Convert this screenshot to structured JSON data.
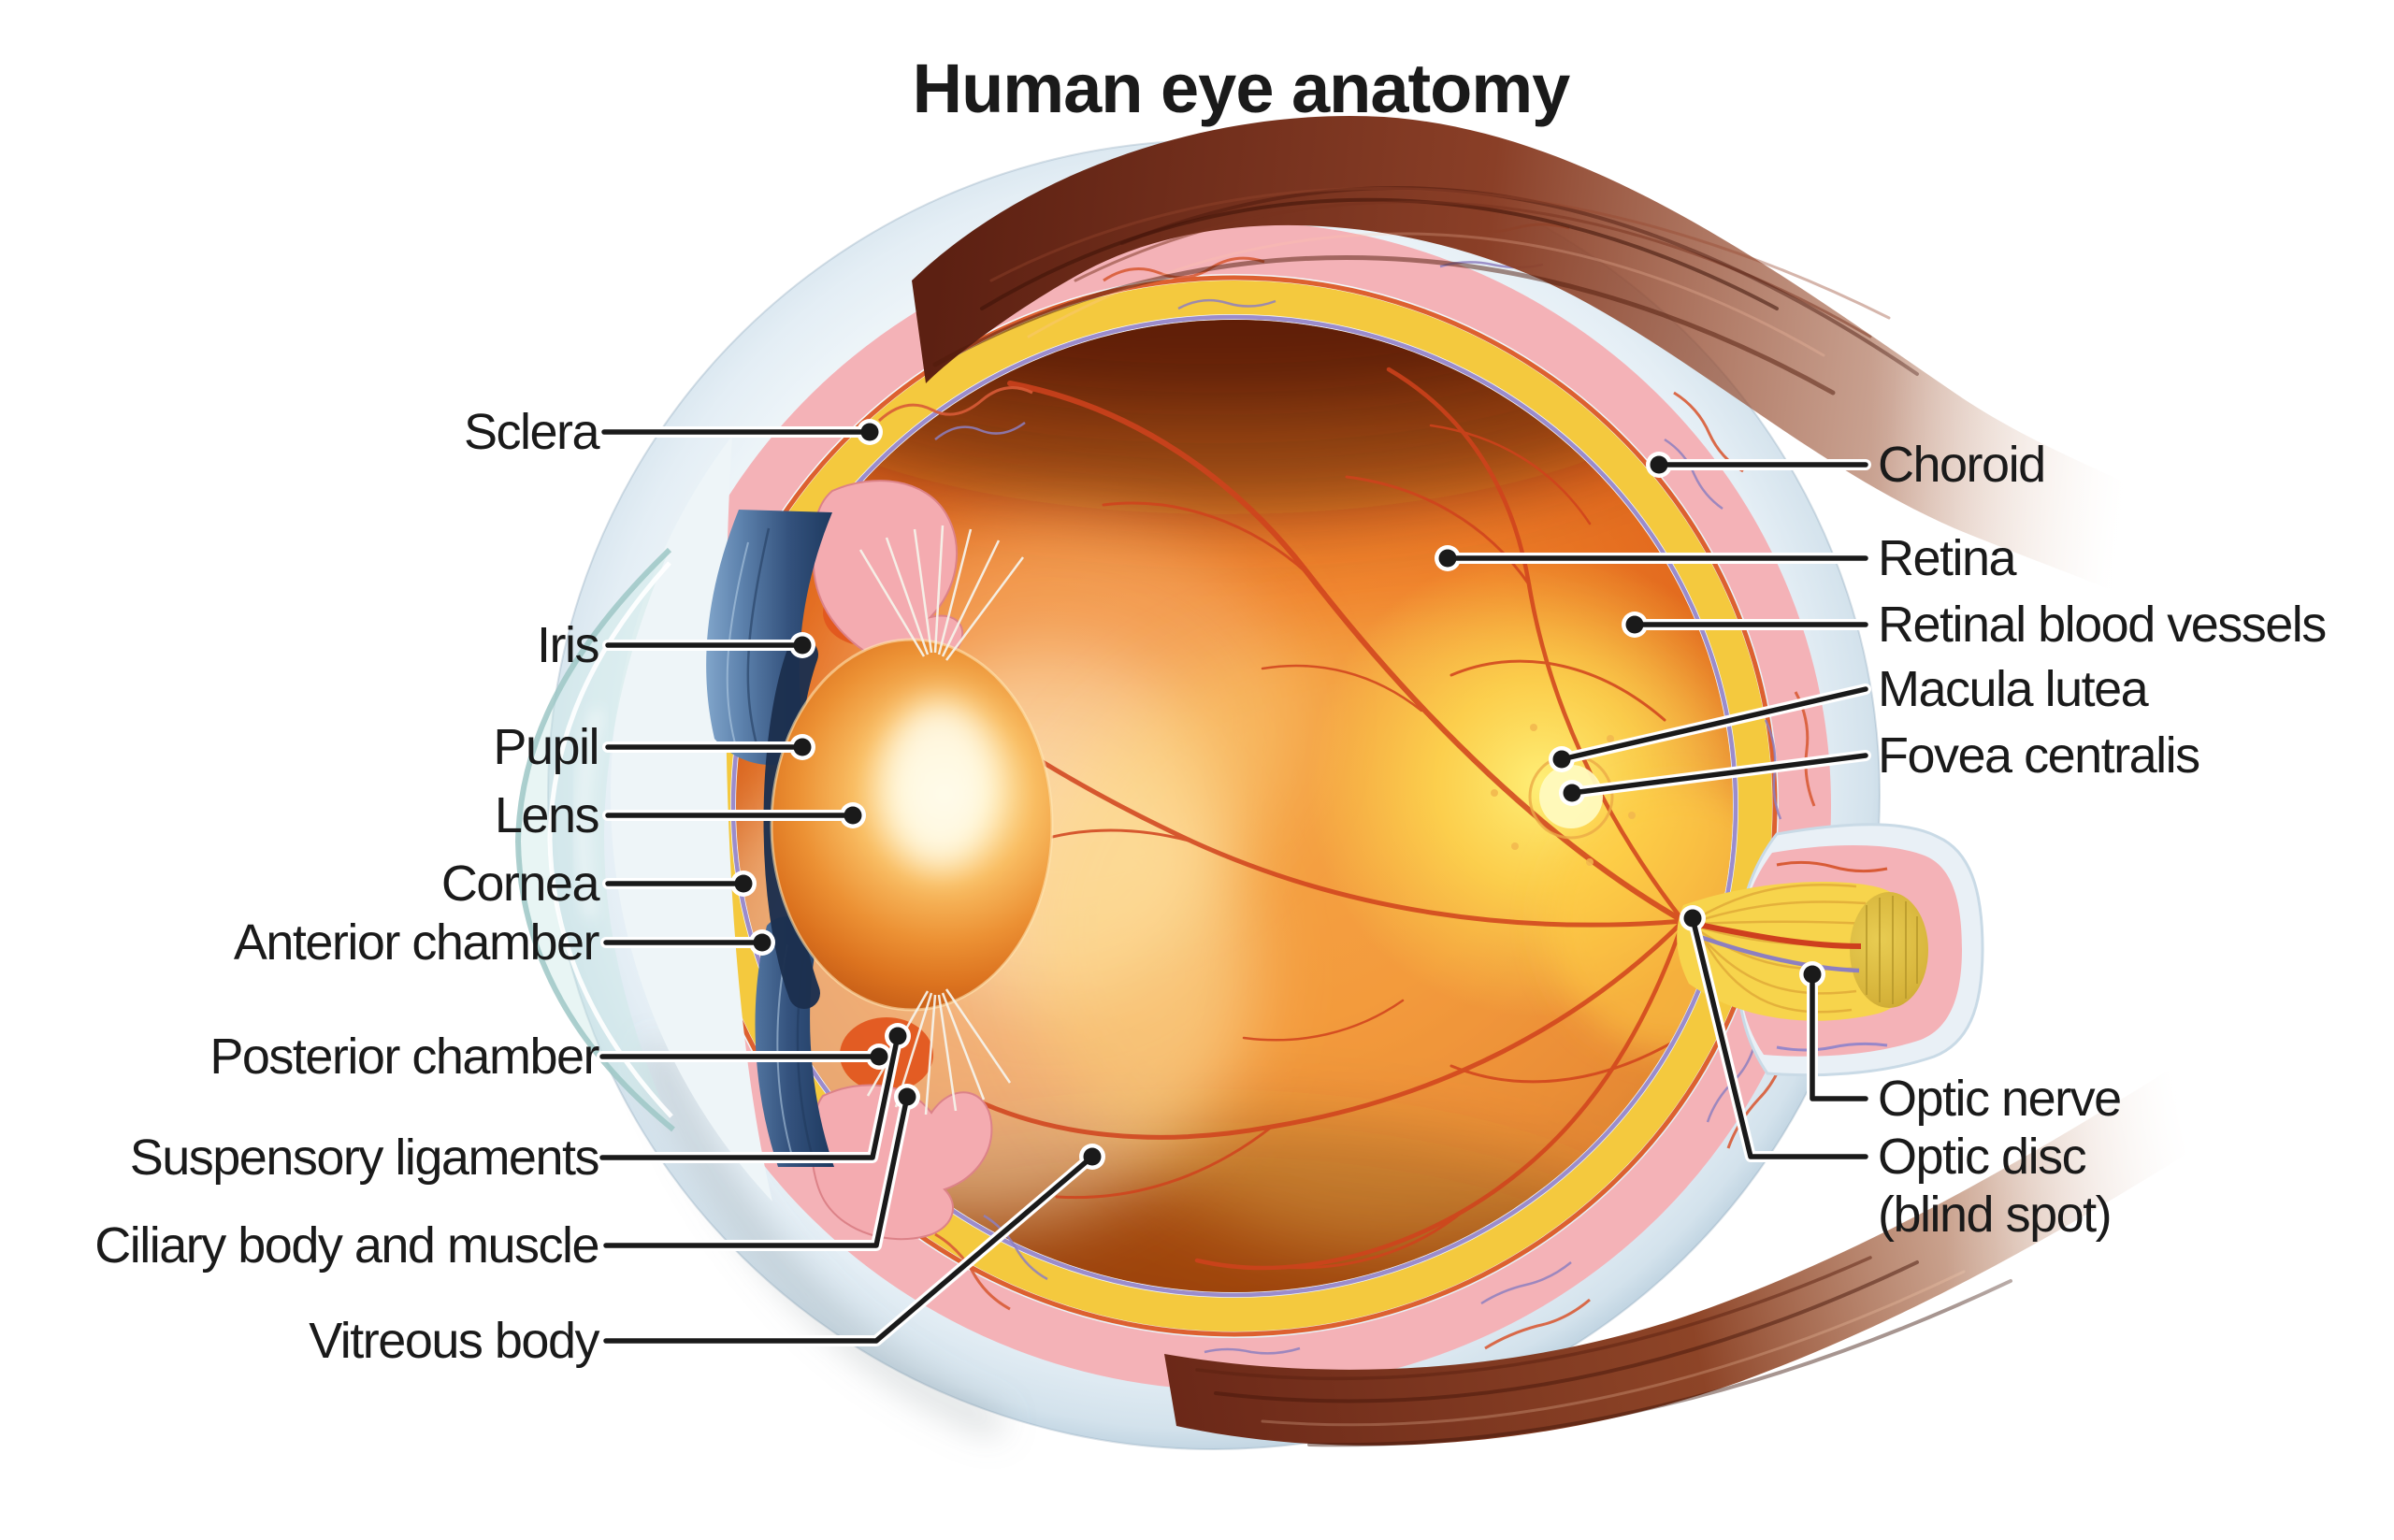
{
  "title": "Human eye anatomy",
  "labels": {
    "left": [
      {
        "id": "sclera",
        "text": "Sclera"
      },
      {
        "id": "iris",
        "text": "Iris"
      },
      {
        "id": "pupil",
        "text": "Pupil"
      },
      {
        "id": "lens",
        "text": "Lens"
      },
      {
        "id": "cornea",
        "text": "Cornea"
      },
      {
        "id": "anterior_chamber",
        "text": "Anterior chamber"
      },
      {
        "id": "posterior_chamber",
        "text": "Posterior chamber"
      },
      {
        "id": "suspensory_ligaments",
        "text": "Suspensory ligaments"
      },
      {
        "id": "ciliary_body",
        "text": "Ciliary body and muscle"
      },
      {
        "id": "vitreous_body",
        "text": "Vitreous body"
      }
    ],
    "right": [
      {
        "id": "choroid",
        "text": "Choroid"
      },
      {
        "id": "retina",
        "text": "Retina"
      },
      {
        "id": "retinal_blood_vessels",
        "text": "Retinal blood vessels"
      },
      {
        "id": "macula_lutea",
        "text": "Macula lutea"
      },
      {
        "id": "fovea_centralis",
        "text": "Fovea centralis"
      },
      {
        "id": "optic_nerve",
        "text": "Optic nerve"
      },
      {
        "id": "optic_disc",
        "text": "Optic disc"
      },
      {
        "id": "optic_disc_line2",
        "text": "(blind spot)"
      }
    ]
  },
  "colors": {
    "label_text": "#1a1a1a",
    "leader_line": "#1a1a1a",
    "sclera_white": "#edf4f9",
    "choroid_pink": "#f4b2b7",
    "retina_yellow": "#f4c93e",
    "vitreous_orange": "#ee7d27",
    "macula_glow": "#ffe95e",
    "iris_blue": "#3f6292",
    "lens_highlight": "#fff3cf",
    "cornea_cyan": "#cde8e7",
    "muscle_red": "#6b2416",
    "vessel_red": "#d0421d",
    "vessel_purple": "#8d7fc0",
    "optic_nerve_yellow": "#f7d44c"
  }
}
